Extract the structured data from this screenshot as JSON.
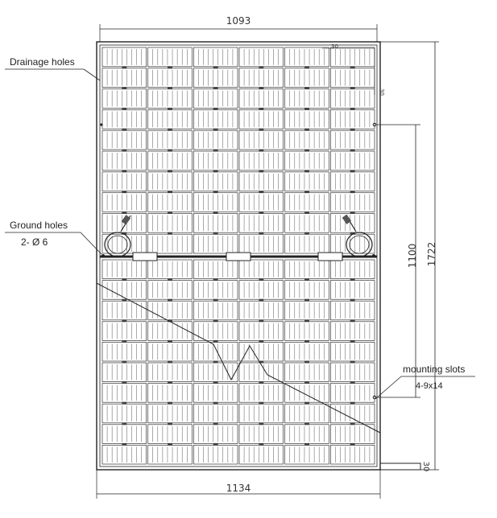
{
  "dimensions": {
    "top_width": "1093",
    "bottom_width": "1134",
    "slot_spacing": "1100",
    "overall_height": "1722",
    "frame_depth": "30",
    "corner_offset_x": "30",
    "corner_offset_y": "30"
  },
  "callouts": {
    "drainage_holes": "Drainage holes",
    "ground_holes": "Ground holes",
    "ground_holes_spec": "2- Ø 6",
    "mounting_slots": "mounting slots",
    "mounting_slots_spec": "4-9x14"
  },
  "panel": {
    "cell_columns": 6,
    "cell_rows_per_half": 10,
    "junction_boxes": 3,
    "connectors": 2
  },
  "colors": {
    "line": "#222222",
    "background": "#ffffff"
  }
}
